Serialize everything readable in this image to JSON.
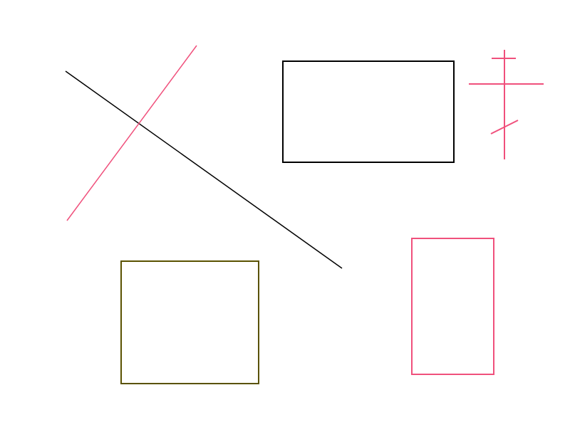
{
  "colors": {
    "background": "#ffffff",
    "black": "#000000",
    "pink": "#f0507c",
    "olive": "#5a5200"
  },
  "shapes": [
    {
      "name": "black-diagonal-line",
      "kind": "line",
      "color": "black"
    },
    {
      "name": "pink-diagonal-line",
      "kind": "line",
      "color": "pink"
    },
    {
      "name": "black-rectangle",
      "kind": "rect",
      "color": "black"
    },
    {
      "name": "pink-cross-symbol",
      "kind": "glyph",
      "color": "pink"
    },
    {
      "name": "olive-rectangle",
      "kind": "rect",
      "color": "olive"
    },
    {
      "name": "pink-rectangle",
      "kind": "rect",
      "color": "pink"
    }
  ]
}
